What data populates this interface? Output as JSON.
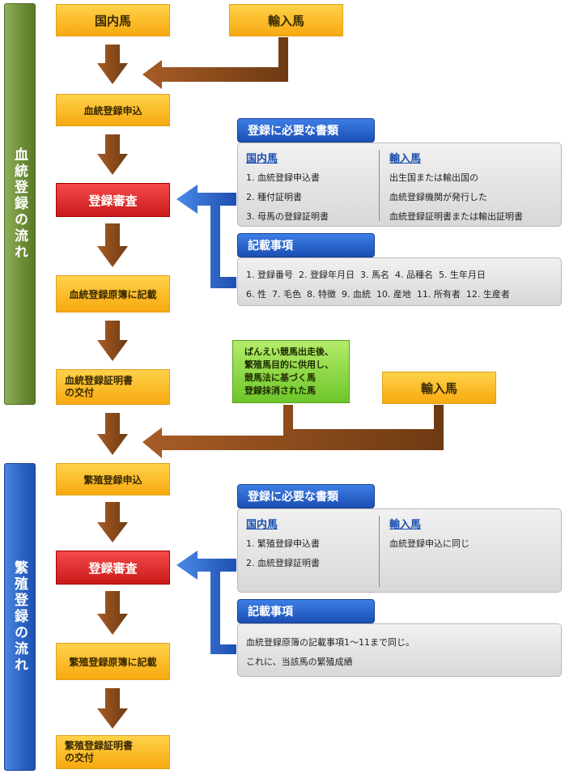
{
  "flow1": {
    "sidebar_label": "血統登録の流れ",
    "domestic_label": "国内馬",
    "imported_label": "輸入馬",
    "apply_label": "血統登録申込",
    "review_label": "登録審査",
    "record_label": "血統登録原簿に記載",
    "cert_label_line1": "血統登録証明書",
    "cert_label_line2": "の交付",
    "docs_title": "登録に必要な書類",
    "docs_domestic_head": "国内馬",
    "docs_domestic_items": [
      "1. 血統登録申込書",
      "2. 種付証明書",
      "3. 母馬の登録証明書"
    ],
    "docs_imported_head": "輸入馬",
    "docs_imported_lines": [
      "出生国または輸出国の",
      "血統登録機関が発行した",
      "血統登録証明書または輸出証明書"
    ],
    "entries_title": "記載事項",
    "entries_row1": "1. 登録番号  2. 登録年月日  3. 馬名  4. 品種名  5. 生年月日",
    "entries_row2": "6. 性  7. 毛色  8. 特徴  9. 血統  10. 産地  11. 所有者  12. 生産者"
  },
  "mid": {
    "green_lines": [
      "ばんえい競馬出走後、",
      "繁殖馬目的に供用し、",
      "競馬法に基づく馬",
      "登録抹消された馬"
    ],
    "imported_label": "輸入馬"
  },
  "flow2": {
    "sidebar_label": "繁殖登録の流れ",
    "apply_label": "繁殖登録申込",
    "review_label": "登録審査",
    "record_label": "繁殖登録原簿に記載",
    "cert_label_line1": "繁殖登録証明書",
    "cert_label_line2": "の交付",
    "docs_title": "登録に必要な書類",
    "docs_domestic_head": "国内馬",
    "docs_domestic_items": [
      "1. 繁殖登録申込書",
      "2. 血統登録証明書"
    ],
    "docs_imported_head": "輸入馬",
    "docs_imported_lines": [
      "血統登録申込に同じ"
    ],
    "entries_title": "記載事項",
    "entries_row1": "血統登録原簿の記載事項1～11まで同じ。",
    "entries_row2": "これに、当該馬の繁殖成績"
  },
  "colors": {
    "orange": "#f7b21e",
    "red": "#d92020",
    "green": "#8fd13a",
    "blue": "#2a62c4",
    "sidebar_green": "#6b8b35",
    "arrow_brown": "#8a4a1c"
  },
  "icons": [
    "down-arrow-icon",
    "left-arrow-icon"
  ]
}
